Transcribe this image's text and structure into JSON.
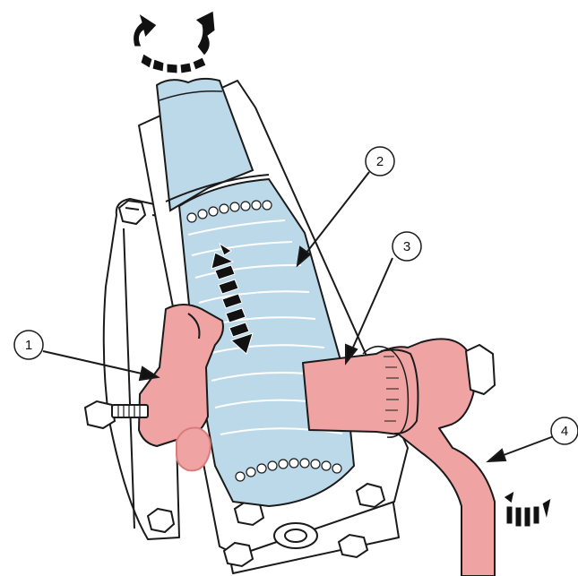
{
  "colors": {
    "outline": "#1a1a1a",
    "housing": "#ffffff",
    "rack_boot": "#bcd9ea",
    "rack_detail": "#ffffff",
    "pinion_parts": "#f0a3a3",
    "pinion_dark": "#d97c7c",
    "arrow_fill": "#111111"
  },
  "icons": {
    "rotation_top": "rotation-arrows-icon",
    "axial_motion": "double-headed-arrow-icon",
    "rotation_right": "rotation-arrows-icon"
  },
  "callouts": [
    {
      "id": "1",
      "label": "1"
    },
    {
      "id": "2",
      "label": "2"
    },
    {
      "id": "3",
      "label": "3"
    },
    {
      "id": "4",
      "label": "4"
    }
  ]
}
